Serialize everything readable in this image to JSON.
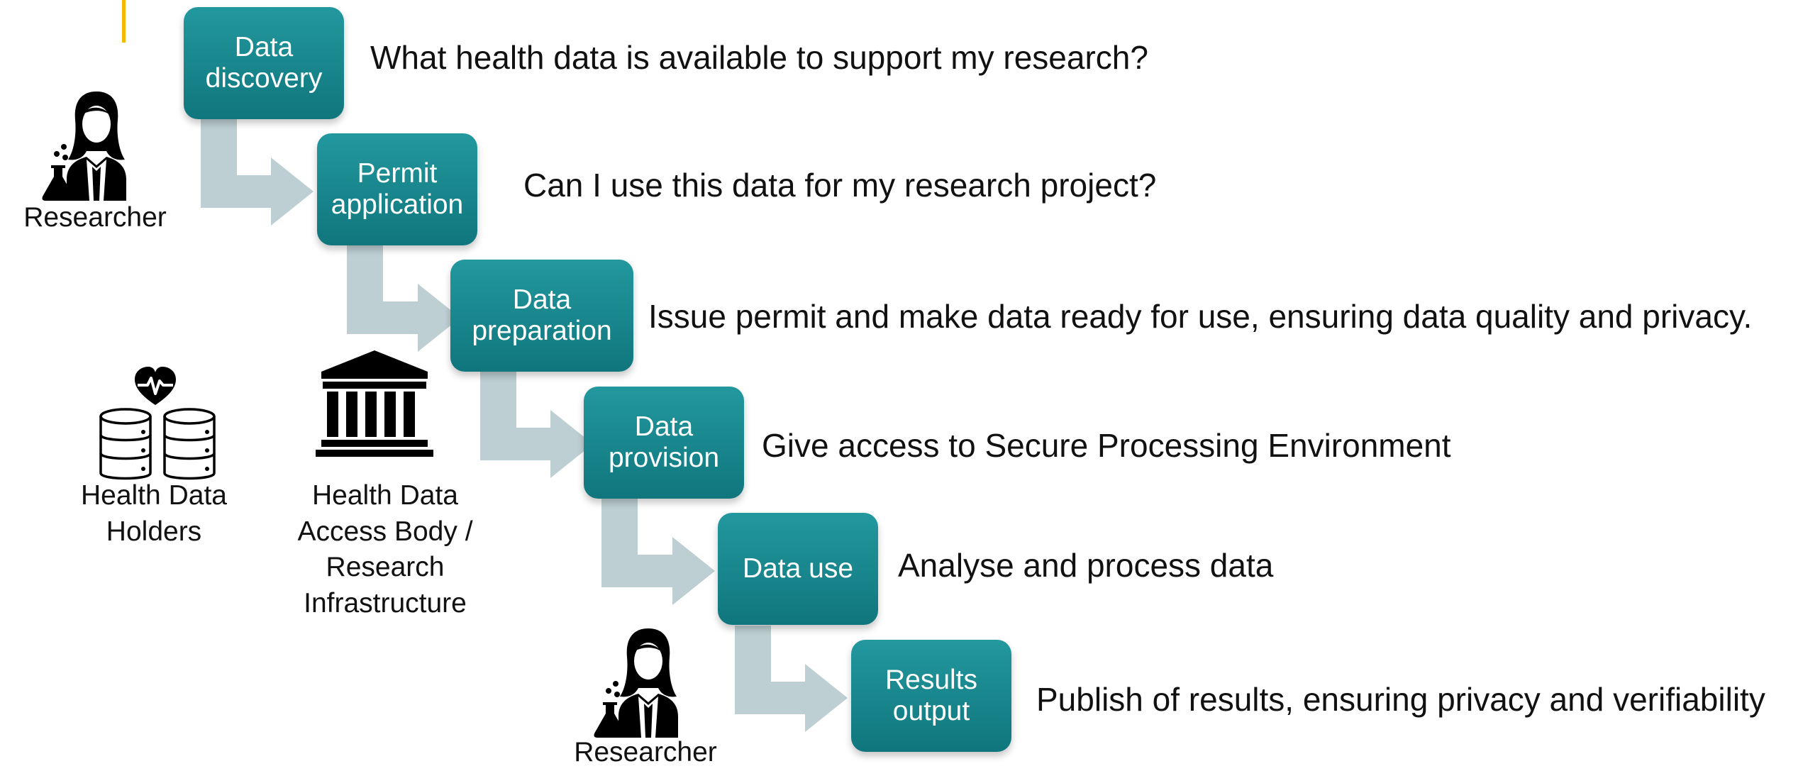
{
  "colors": {
    "box_top": "#22989e",
    "box_bottom": "#10767d",
    "arrow": "#bdcfd3",
    "accent": "#f2b900",
    "icon": "#000000"
  },
  "steps": [
    {
      "label": "Data\ndiscovery",
      "description": "What health data is available to support my research?"
    },
    {
      "label": "Permit\napplication",
      "description": "Can I use this data for my research project?"
    },
    {
      "label": "Data\npreparation",
      "description": "Issue permit and make data ready for use, ensuring data quality and privacy."
    },
    {
      "label": "Data\nprovision",
      "description": "Give access to Secure Processing Environment"
    },
    {
      "label": "Data use",
      "description": "Analyse and process data"
    },
    {
      "label": "Results\noutput",
      "description": "Publish of results, ensuring privacy and verifiability"
    }
  ],
  "actors": {
    "researcher_top": {
      "label": "Researcher",
      "icon": "researcher-icon"
    },
    "data_holders": {
      "label": "Health Data\nHolders",
      "icon": "health-database-icon"
    },
    "access_body": {
      "label": "Health Data\nAccess Body /\nResearch\nInfrastructure",
      "icon": "institution-building-icon"
    },
    "researcher_bottom": {
      "label": "Researcher",
      "icon": "researcher-icon"
    }
  }
}
